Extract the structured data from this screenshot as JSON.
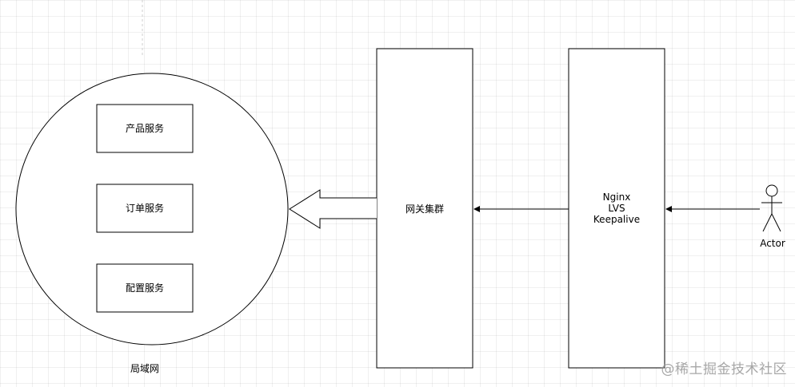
{
  "diagram": {
    "services": [
      {
        "label": "产品服务"
      },
      {
        "label": "订单服务"
      },
      {
        "label": "配置服务"
      }
    ],
    "lan_label": "局域网",
    "gateway_label": "网关集群",
    "lb_label": "Nginx\nLVS\nKeepalive",
    "actor_label": "Actor"
  },
  "watermark": "@稀土掘金技术社区"
}
